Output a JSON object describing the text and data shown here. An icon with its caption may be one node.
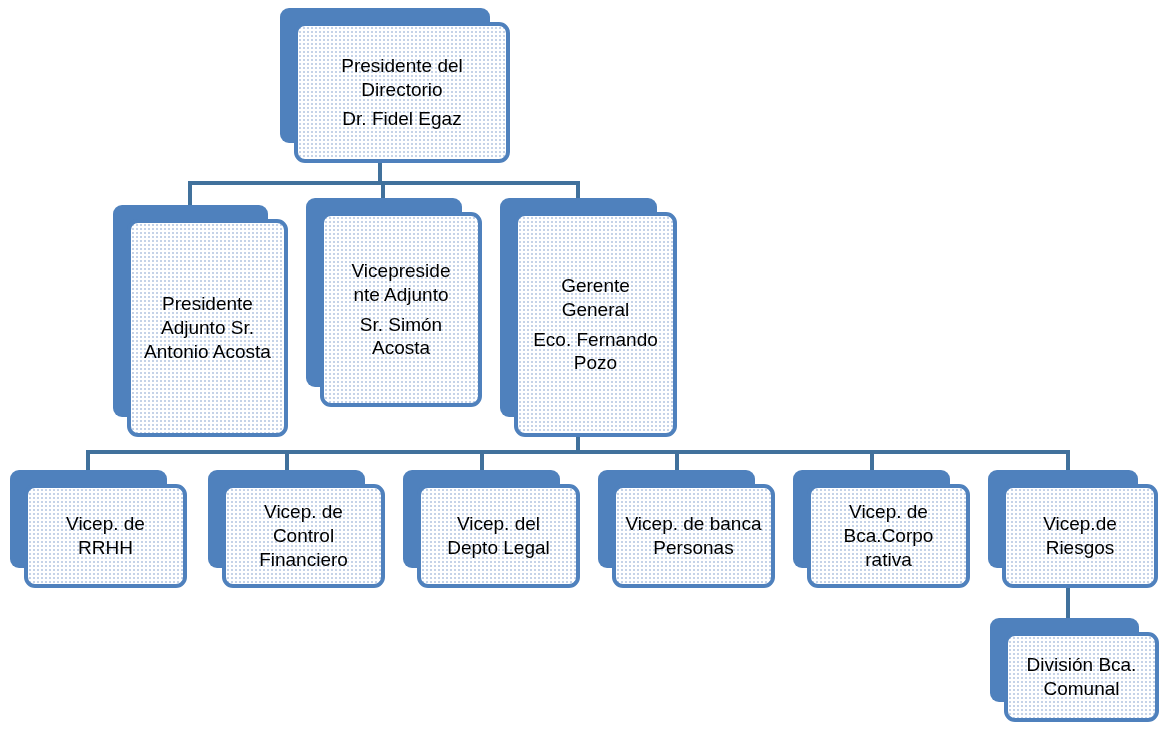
{
  "diagram": {
    "nodes": [
      {
        "text": [
          "Presidente del Directorio",
          "Dr. Fidel Egaz"
        ]
      },
      {
        "text": [
          "Presidente Adjunto Sr. Antonio Acosta"
        ]
      },
      {
        "text": [
          "Vicepreside nte Adjunto",
          "Sr. Simón Acosta"
        ]
      },
      {
        "text": [
          "Gerente General",
          "Eco. Fernando Pozo"
        ]
      },
      {
        "text": [
          "Vicep. de RRHH"
        ]
      },
      {
        "text": [
          "Vicep. de Control Financiero"
        ]
      },
      {
        "text": [
          "Vicep. del Depto Legal"
        ]
      },
      {
        "text": [
          "Vicep. de banca Personas"
        ]
      },
      {
        "text": [
          "Vicep. de Bca.Corpo rativa"
        ]
      },
      {
        "text": [
          "Vicep.de Riesgos"
        ]
      },
      {
        "text": [
          "División Bca. Comunal"
        ]
      }
    ],
    "edges": [
      {
        "from": 0,
        "to": 1,
        "arrow": "none"
      },
      {
        "from": 0,
        "to": 2,
        "arrow": "none"
      },
      {
        "from": 0,
        "to": 3,
        "arrow": "none"
      },
      {
        "from": 3,
        "to": 4,
        "arrow": "none"
      },
      {
        "from": 3,
        "to": 5,
        "arrow": "none"
      },
      {
        "from": 3,
        "to": 6,
        "arrow": "none"
      },
      {
        "from": 3,
        "to": 7,
        "arrow": "none"
      },
      {
        "from": 3,
        "to": 8,
        "arrow": "none"
      },
      {
        "from": 3,
        "to": 9,
        "arrow": "none"
      },
      {
        "from": 9,
        "to": 10,
        "arrow": "none"
      }
    ]
  }
}
